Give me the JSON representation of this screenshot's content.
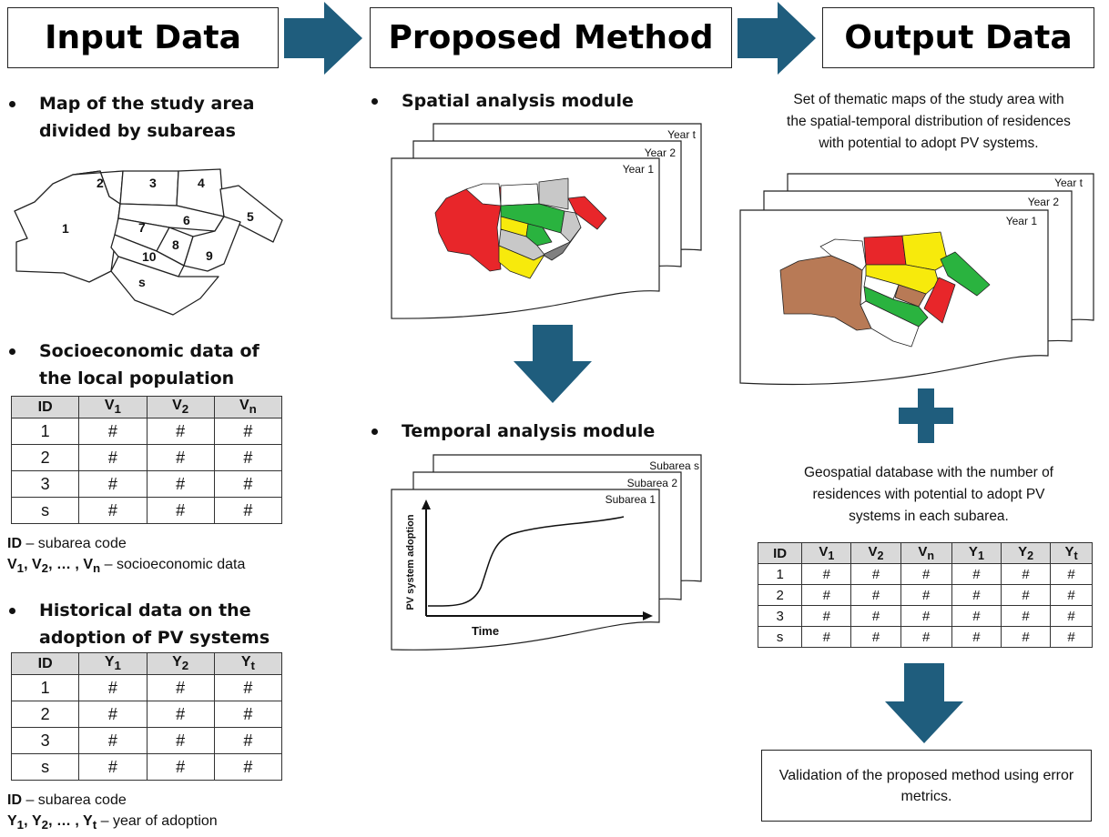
{
  "headers": {
    "input": "Input Data",
    "method": "Proposed Method",
    "output": "Output Data"
  },
  "input": {
    "bullet1": {
      "line1": "Map of the study area",
      "line2": "divided by subareas"
    },
    "map_labels": [
      "1",
      "2",
      "3",
      "4",
      "5",
      "6",
      "7",
      "8",
      "9",
      "10",
      "s"
    ],
    "bullet2": {
      "line1": "Socioeconomic data of",
      "line2": "the local population"
    },
    "socio_table": {
      "headers": [
        "ID",
        "V",
        "V",
        "V"
      ],
      "header_subs": [
        "",
        "1",
        "2",
        "n"
      ],
      "rows": [
        [
          "1",
          "#",
          "#",
          "#"
        ],
        [
          "2",
          "#",
          "#",
          "#"
        ],
        [
          "3",
          "#",
          "#",
          "#"
        ],
        [
          "s",
          "#",
          "#",
          "#"
        ]
      ]
    },
    "socio_note": {
      "id_label": "ID",
      "id_text": " – subarea code",
      "v1": "V",
      "s1": "1",
      "v2": "V",
      "s2": "2",
      "dots": ", … , ",
      "vn": "V",
      "sn": "n",
      "v_text": " – socioeconomic data"
    },
    "bullet3": {
      "line1": "Historical data on the",
      "line2": "adoption of PV systems"
    },
    "hist_table": {
      "headers": [
        "ID",
        "Y",
        "Y",
        "Y"
      ],
      "header_subs": [
        "",
        "1",
        "2",
        "t"
      ],
      "rows": [
        [
          "1",
          "#",
          "#",
          "#"
        ],
        [
          "2",
          "#",
          "#",
          "#"
        ],
        [
          "3",
          "#",
          "#",
          "#"
        ],
        [
          "s",
          "#",
          "#",
          "#"
        ]
      ]
    },
    "hist_note": {
      "id_label": "ID",
      "id_text": " – subarea code",
      "y1": "Y",
      "s1": "1",
      "y2": "Y",
      "s2": "2",
      "dots": ", … , ",
      "yt": "Y",
      "st": "t",
      "y_text": " – year of adoption"
    }
  },
  "method": {
    "spatial": "Spatial analysis module",
    "spatial_sheets": [
      "Year t",
      "Year 2",
      "Year 1"
    ],
    "temporal": "Temporal analysis module",
    "temporal_sheets": [
      "Subarea s",
      "Subarea 2",
      "Subarea 1"
    ],
    "y_axis": "PV system adoption",
    "x_axis": "Time"
  },
  "output": {
    "maps_text": {
      "line1": "Set of thematic maps of the study area with",
      "line2": "the spatial-temporal distribution of residences",
      "line3": "with potential to adopt PV systems."
    },
    "map_sheets": [
      "Year t",
      "Year 2",
      "Year 1"
    ],
    "db_text": {
      "line1": "Geospatial database with the number of",
      "line2": "residences with potential to adopt PV",
      "line3": "systems in each subarea."
    },
    "db_table": {
      "headers": [
        "ID",
        "V",
        "V",
        "V",
        "Y",
        "Y",
        "Y"
      ],
      "header_subs": [
        "",
        "1",
        "2",
        "n",
        "1",
        "2",
        "t"
      ],
      "rows": [
        [
          "1",
          "#",
          "#",
          "#",
          "#",
          "#",
          "#"
        ],
        [
          "2",
          "#",
          "#",
          "#",
          "#",
          "#",
          "#"
        ],
        [
          "3",
          "#",
          "#",
          "#",
          "#",
          "#",
          "#"
        ],
        [
          "s",
          "#",
          "#",
          "#",
          "#",
          "#",
          "#"
        ]
      ]
    },
    "validation": "Validation of the proposed method using error metrics."
  },
  "colors": {
    "arrow": "#1f5d7d",
    "red": "#e8262a",
    "green": "#2ab33f",
    "yellow": "#f7ea0c",
    "lightgray": "#c8c8c8",
    "darkgray": "#808080",
    "brown": "#b87a56",
    "header_gray": "#d9d9d9"
  },
  "icons": {
    "flow_arrow": "arrow-right-icon",
    "down_arrow": "arrow-down-icon",
    "plus": "plus-icon",
    "bullet": "bullet-dot-icon"
  }
}
